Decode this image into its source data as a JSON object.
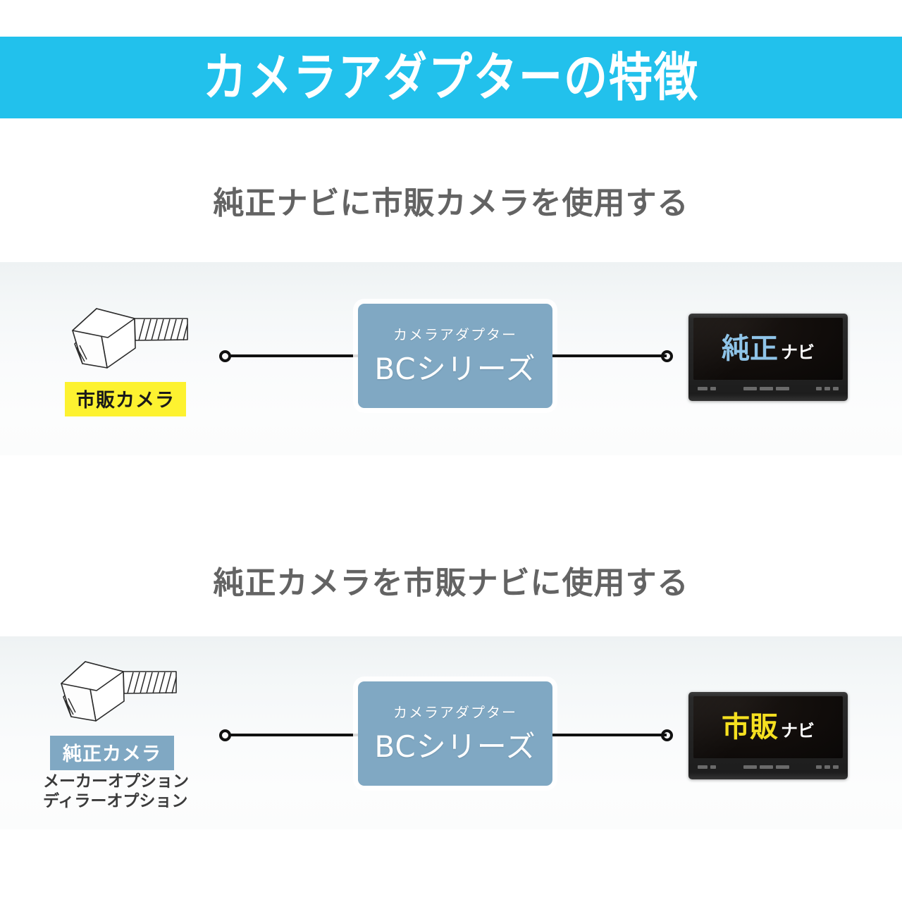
{
  "header": {
    "title": "カメラアダプターの特徴",
    "background_color": "#22c1ec",
    "text_color": "#ffffff"
  },
  "sections": [
    {
      "title": "純正ナビに市販カメラを使用する",
      "source": {
        "icon": "camera-icon",
        "label": "市販カメラ",
        "label_style": "yellow-highlight",
        "label_bg": "#fdf230",
        "notes": []
      },
      "adapter": {
        "small_label": "カメラアダプター",
        "large_label": "BCシリーズ",
        "color": "#80a8c3"
      },
      "destination": {
        "icon": "car-navigation-icon",
        "primary_text": "純正",
        "primary_color": "#8fc4e8",
        "secondary_text": "ナビ",
        "secondary_color": "#ffffff"
      }
    },
    {
      "title": "純正カメラを市販ナビに使用する",
      "source": {
        "icon": "camera-icon",
        "label": "純正カメラ",
        "label_style": "blue-chip",
        "label_bg": "#80a8c3",
        "notes": [
          "メーカーオプション",
          "ディラーオプション"
        ]
      },
      "adapter": {
        "small_label": "カメラアダプター",
        "large_label": "BCシリーズ",
        "color": "#80a8c3"
      },
      "destination": {
        "icon": "car-navigation-icon",
        "primary_text": "市販",
        "primary_color": "#f5e020",
        "secondary_text": "ナビ",
        "secondary_color": "#ffffff"
      }
    }
  ],
  "colors": {
    "accent_cyan": "#22c1ec",
    "adapter_blue": "#80a8c3",
    "highlight_yellow": "#fdf230",
    "title_gray": "#636363",
    "wire_black": "#111111"
  }
}
